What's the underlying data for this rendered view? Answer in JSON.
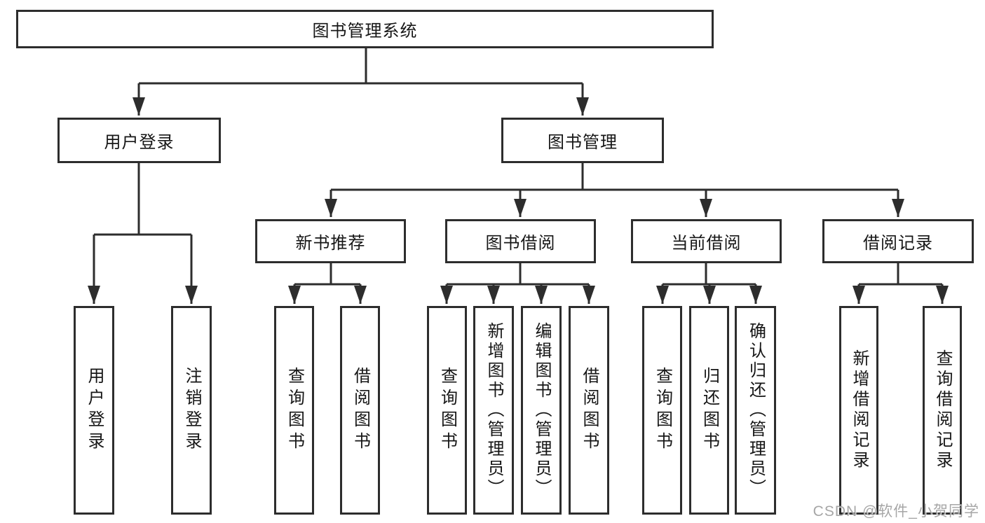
{
  "tree": {
    "root": "图书管理系统",
    "branches": [
      {
        "label": "用户登录",
        "leaves": [
          "用户登录",
          "注销登录"
        ]
      },
      {
        "label": "图书管理",
        "groups": [
          {
            "label": "新书推荐",
            "leaves": [
              "查询图书",
              "借阅图书"
            ]
          },
          {
            "label": "图书借阅",
            "leaves": [
              "查询图书",
              "新增图书（管理员）",
              "编辑图书（管理员）",
              "借阅图书"
            ]
          },
          {
            "label": "当前借阅",
            "leaves": [
              "查询图书",
              "归还图书",
              "确认归还（管理员）"
            ]
          },
          {
            "label": "借阅记录",
            "leaves": [
              "新增借阅记录",
              "查询借阅记录"
            ]
          }
        ]
      }
    ]
  },
  "watermark": {
    "text": "CSDN @软件_小贺同学"
  },
  "colors": {
    "line": "#2d2d2d",
    "text": "#161616",
    "background": "#ffffff",
    "watermark": "#969696"
  }
}
